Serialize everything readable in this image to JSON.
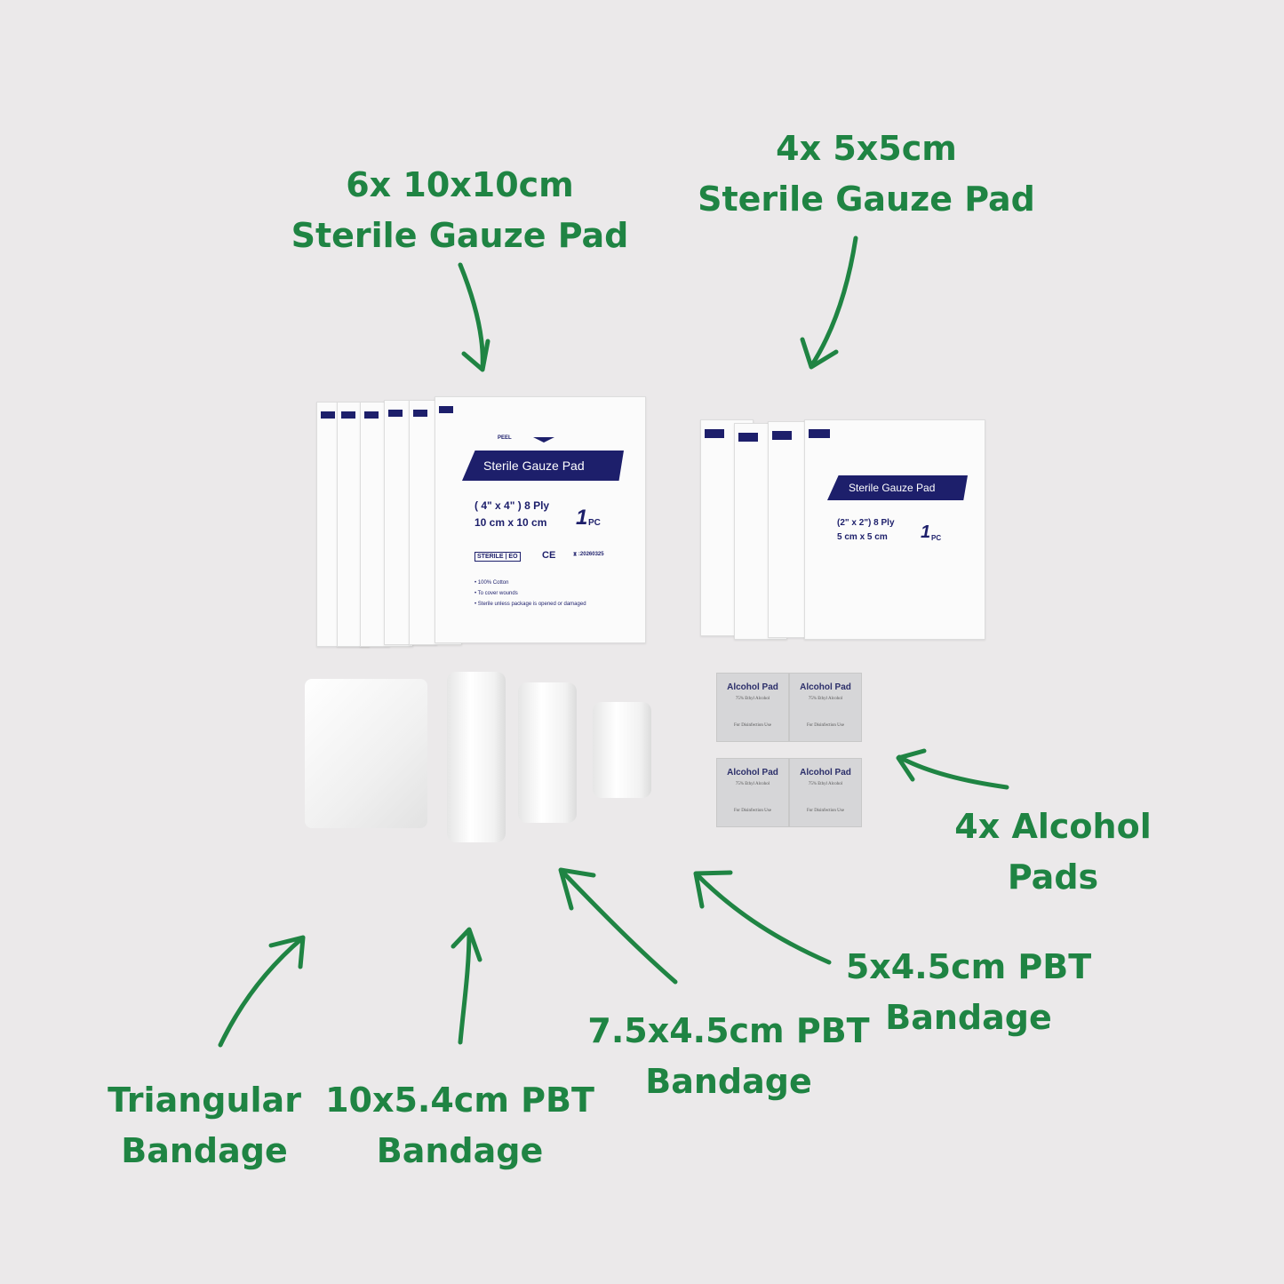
{
  "labels": {
    "large_gauze": [
      "6x 10x10cm",
      "Sterile Gauze Pad"
    ],
    "small_gauze": [
      "4x 5x5cm",
      "Sterile Gauze Pad"
    ],
    "alcohol": [
      "4x Alcohol",
      "Pads"
    ],
    "pbt_5": [
      "5x4.5cm PBT",
      "Bandage"
    ],
    "pbt_7": [
      "7.5x4.5cm PBT",
      "Bandage"
    ],
    "pbt_10": [
      "10x5.4cm PBT",
      "Bandage"
    ],
    "triangular": [
      "Triangular",
      "Bandage"
    ]
  },
  "large_pack": {
    "peel": "PEEL",
    "title": "Sterile Gauze Pad",
    "size_in": "( 4\" x 4\" ) 8 Ply",
    "size_cm": "10 cm x 10 cm",
    "qty": "1",
    "qty_unit": "PC",
    "sterile": "STERILE",
    "eo": "EO",
    "ce": "CE",
    "expiry": ":20260325",
    "bullets": [
      "100% Cotton",
      "To cover wounds",
      "Sterile unless package is opened or damaged"
    ]
  },
  "small_pack": {
    "title": "Sterile Gauze Pad",
    "size_in": "(2\" x 2\") 8 Ply",
    "size_cm": "5 cm x 5 cm",
    "qty": "1",
    "qty_unit": "PC"
  },
  "alcohol_pad": {
    "title": "Alcohol Pad",
    "sub": "75% Ethyl Alcohol",
    "use": "For Disinfection Use"
  },
  "colors": {
    "label": "#1f8443",
    "background": "#ebe9ea",
    "brand": "#1d1f6b"
  }
}
